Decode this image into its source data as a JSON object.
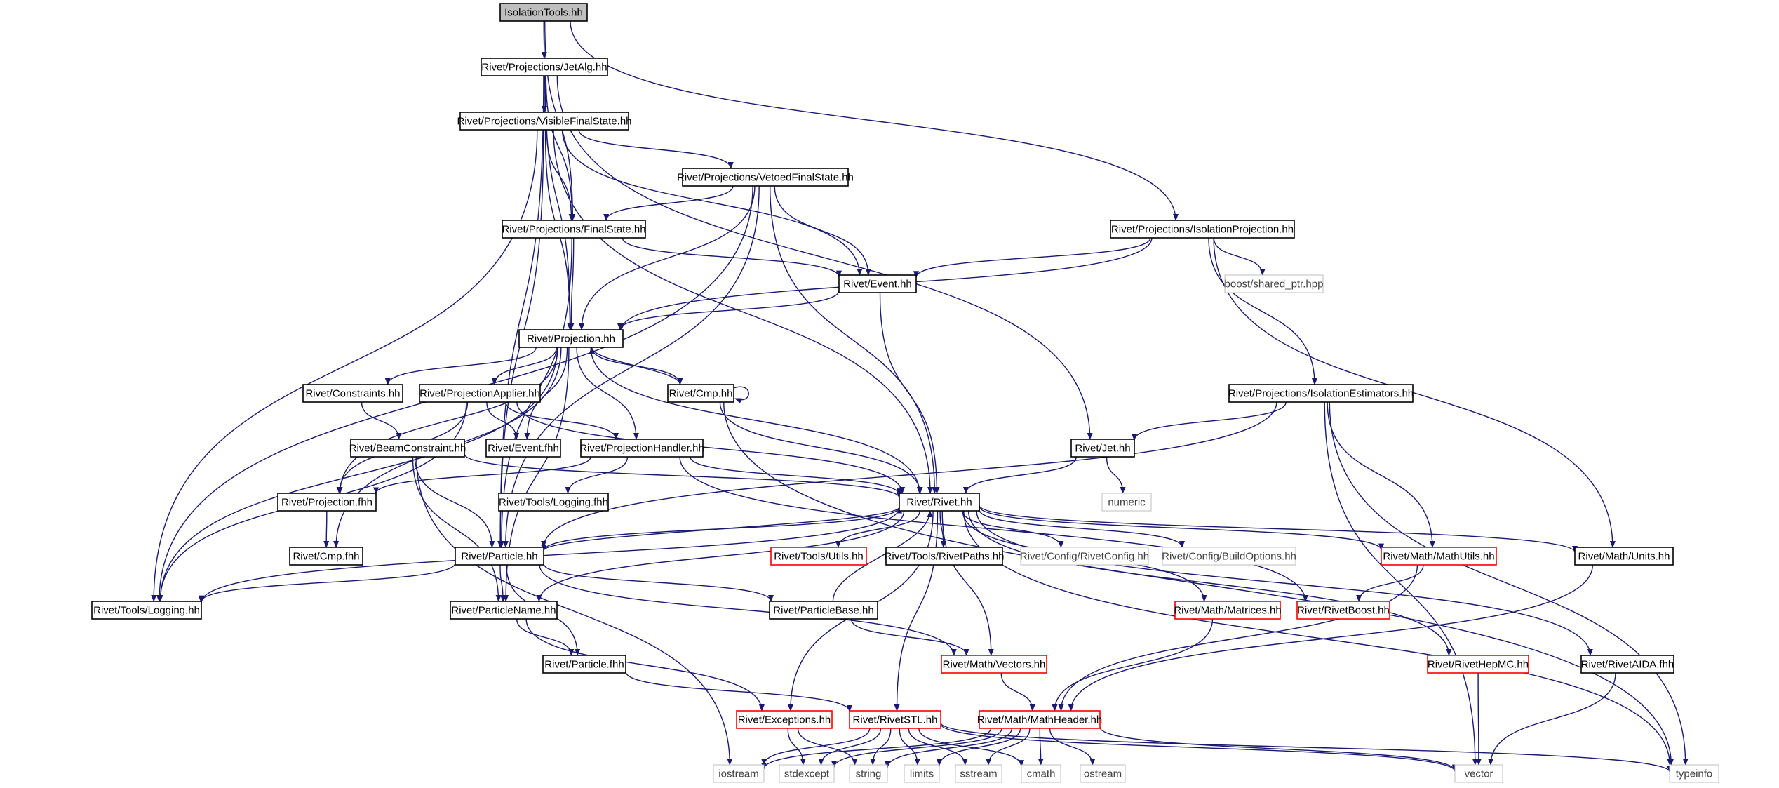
{
  "diagram": {
    "colors": {
      "edge": "#191970",
      "normal_border": "#000000",
      "root_fill": "#bfbfbf",
      "truncated_border": "#ff0000",
      "external_border": "#bfbfbf",
      "external_text": "#404040"
    },
    "nodes": [
      {
        "id": "IsolationTools",
        "label": "IsolationTools.hh",
        "kind": "root"
      },
      {
        "id": "JetAlg",
        "label": "Rivet/Projections/JetAlg.hh",
        "kind": "normal"
      },
      {
        "id": "VisibleFinalState",
        "label": "Rivet/Projections/VisibleFinalState.hh",
        "kind": "normal"
      },
      {
        "id": "VetoedFinalState",
        "label": "Rivet/Projections/VetoedFinalState.hh",
        "kind": "normal"
      },
      {
        "id": "FinalState",
        "label": "Rivet/Projections/FinalState.hh",
        "kind": "normal"
      },
      {
        "id": "IsolationProjection",
        "label": "Rivet/Projections/IsolationProjection.hh",
        "kind": "normal"
      },
      {
        "id": "boost_shared_ptr",
        "label": "boost/shared_ptr.hpp",
        "kind": "external"
      },
      {
        "id": "Event",
        "label": "Rivet/Event.hh",
        "kind": "normal"
      },
      {
        "id": "Projection",
        "label": "Rivet/Projection.hh",
        "kind": "normal"
      },
      {
        "id": "Constraints",
        "label": "Rivet/Constraints.hh",
        "kind": "normal"
      },
      {
        "id": "ProjectionApplier",
        "label": "Rivet/ProjectionApplier.hh",
        "kind": "normal"
      },
      {
        "id": "Cmp",
        "label": "Rivet/Cmp.hh",
        "kind": "normal"
      },
      {
        "id": "IsolationEstimators",
        "label": "Rivet/Projections/IsolationEstimators.hh",
        "kind": "normal"
      },
      {
        "id": "BeamConstraint",
        "label": "Rivet/BeamConstraint.hh",
        "kind": "normal"
      },
      {
        "id": "Event_fhh",
        "label": "Rivet/Event.fhh",
        "kind": "normal"
      },
      {
        "id": "ProjectionHandler",
        "label": "Rivet/ProjectionHandler.hh",
        "kind": "normal"
      },
      {
        "id": "Jet",
        "label": "Rivet/Jet.hh",
        "kind": "normal"
      },
      {
        "id": "numeric",
        "label": "numeric",
        "kind": "external"
      },
      {
        "id": "Projection_fhh",
        "label": "Rivet/Projection.fhh",
        "kind": "normal"
      },
      {
        "id": "Logging_fhh",
        "label": "Rivet/Tools/Logging.fhh",
        "kind": "normal"
      },
      {
        "id": "Rivet",
        "label": "Rivet/Rivet.hh",
        "kind": "normal"
      },
      {
        "id": "Cmp_fhh",
        "label": "Rivet/Cmp.fhh",
        "kind": "normal"
      },
      {
        "id": "Particle",
        "label": "Rivet/Particle.hh",
        "kind": "normal"
      },
      {
        "id": "Utils",
        "label": "Rivet/Tools/Utils.hh",
        "kind": "truncated"
      },
      {
        "id": "RivetPaths",
        "label": "Rivet/Tools/RivetPaths.hh",
        "kind": "normal"
      },
      {
        "id": "RivetConfig",
        "label": "Rivet/Config/RivetConfig.hh",
        "kind": "external"
      },
      {
        "id": "BuildOptions",
        "label": "Rivet/Config/BuildOptions.hh",
        "kind": "external"
      },
      {
        "id": "MathUtils",
        "label": "Rivet/Math/MathUtils.hh",
        "kind": "truncated"
      },
      {
        "id": "Units",
        "label": "Rivet/Math/Units.hh",
        "kind": "normal"
      },
      {
        "id": "Logging",
        "label": "Rivet/Tools/Logging.hh",
        "kind": "normal"
      },
      {
        "id": "ParticleName",
        "label": "Rivet/ParticleName.hh",
        "kind": "normal"
      },
      {
        "id": "ParticleBase",
        "label": "Rivet/ParticleBase.hh",
        "kind": "normal"
      },
      {
        "id": "Matrices",
        "label": "Rivet/Math/Matrices.hh",
        "kind": "truncated"
      },
      {
        "id": "RivetBoost",
        "label": "Rivet/RivetBoost.hh",
        "kind": "truncated"
      },
      {
        "id": "Particle_fhh",
        "label": "Rivet/Particle.fhh",
        "kind": "normal"
      },
      {
        "id": "Vectors",
        "label": "Rivet/Math/Vectors.hh",
        "kind": "truncated"
      },
      {
        "id": "RivetHepMC",
        "label": "Rivet/RivetHepMC.hh",
        "kind": "truncated"
      },
      {
        "id": "RivetAIDA",
        "label": "Rivet/RivetAIDA.fhh",
        "kind": "normal"
      },
      {
        "id": "Exceptions",
        "label": "Rivet/Exceptions.hh",
        "kind": "truncated"
      },
      {
        "id": "RivetSTL",
        "label": "Rivet/RivetSTL.hh",
        "kind": "truncated"
      },
      {
        "id": "MathHeader",
        "label": "Rivet/Math/MathHeader.hh",
        "kind": "truncated"
      },
      {
        "id": "iostream",
        "label": "iostream",
        "kind": "external"
      },
      {
        "id": "stdexcept",
        "label": "stdexcept",
        "kind": "external"
      },
      {
        "id": "string",
        "label": "string",
        "kind": "external"
      },
      {
        "id": "limits",
        "label": "limits",
        "kind": "external"
      },
      {
        "id": "sstream",
        "label": "sstream",
        "kind": "external"
      },
      {
        "id": "cmath",
        "label": "cmath",
        "kind": "external"
      },
      {
        "id": "ostream",
        "label": "ostream",
        "kind": "external"
      },
      {
        "id": "vector",
        "label": "vector",
        "kind": "external"
      },
      {
        "id": "typeinfo",
        "label": "typeinfo",
        "kind": "external"
      }
    ],
    "edges": [
      [
        "IsolationTools",
        "JetAlg"
      ],
      [
        "IsolationTools",
        "FinalState"
      ],
      [
        "IsolationTools",
        "IsolationProjection"
      ],
      [
        "JetAlg",
        "VisibleFinalState"
      ],
      [
        "JetAlg",
        "FinalState"
      ],
      [
        "JetAlg",
        "Projection"
      ],
      [
        "JetAlg",
        "Particle"
      ],
      [
        "JetAlg",
        "Jet"
      ],
      [
        "VisibleFinalState",
        "FinalState"
      ],
      [
        "VisibleFinalState",
        "VetoedFinalState"
      ],
      [
        "VisibleFinalState",
        "Event"
      ],
      [
        "VisibleFinalState",
        "Projection"
      ],
      [
        "VisibleFinalState",
        "Rivet"
      ],
      [
        "VisibleFinalState",
        "Logging"
      ],
      [
        "VisibleFinalState",
        "Particle"
      ],
      [
        "VetoedFinalState",
        "FinalState"
      ],
      [
        "VetoedFinalState",
        "Event"
      ],
      [
        "VetoedFinalState",
        "Projection"
      ],
      [
        "VetoedFinalState",
        "Rivet"
      ],
      [
        "VetoedFinalState",
        "Logging"
      ],
      [
        "VetoedFinalState",
        "Particle"
      ],
      [
        "FinalState",
        "Projection"
      ],
      [
        "FinalState",
        "Event"
      ],
      [
        "FinalState",
        "Particle"
      ],
      [
        "IsolationProjection",
        "Event"
      ],
      [
        "IsolationProjection",
        "Projection"
      ],
      [
        "IsolationProjection",
        "boost_shared_ptr"
      ],
      [
        "IsolationProjection",
        "IsolationEstimators"
      ],
      [
        "IsolationProjection",
        "Units"
      ],
      [
        "Event",
        "Projection"
      ],
      [
        "Event",
        "Rivet"
      ],
      [
        "Projection",
        "Constraints"
      ],
      [
        "Projection",
        "ProjectionApplier"
      ],
      [
        "Projection",
        "Cmp"
      ],
      [
        "Projection",
        "Event_fhh"
      ],
      [
        "Projection",
        "ProjectionHandler"
      ],
      [
        "Projection",
        "Projection_fhh"
      ],
      [
        "Projection",
        "Rivet"
      ],
      [
        "Projection",
        "Cmp_fhh"
      ],
      [
        "Projection",
        "Logging"
      ],
      [
        "Projection",
        "ParticleName"
      ],
      [
        "Constraints",
        "BeamConstraint"
      ],
      [
        "ProjectionApplier",
        "Event_fhh"
      ],
      [
        "ProjectionApplier",
        "ProjectionHandler"
      ],
      [
        "ProjectionApplier",
        "Projection_fhh"
      ],
      [
        "ProjectionApplier",
        "Rivet"
      ],
      [
        "ProjectionApplier",
        "Logging"
      ],
      [
        "Cmp",
        "Projection"
      ],
      [
        "Cmp",
        "Cmp"
      ],
      [
        "Cmp",
        "Rivet"
      ],
      [
        "Cmp",
        "typeinfo"
      ],
      [
        "IsolationEstimators",
        "Jet"
      ],
      [
        "IsolationEstimators",
        "Particle"
      ],
      [
        "IsolationEstimators",
        "MathUtils"
      ],
      [
        "IsolationEstimators",
        "vector"
      ],
      [
        "IsolationEstimators",
        "typeinfo"
      ],
      [
        "BeamConstraint",
        "Rivet"
      ],
      [
        "BeamConstraint",
        "Particle"
      ],
      [
        "BeamConstraint",
        "ParticleName"
      ],
      [
        "BeamConstraint",
        "iostream"
      ],
      [
        "ProjectionHandler",
        "Rivet"
      ],
      [
        "ProjectionHandler",
        "Logging_fhh"
      ],
      [
        "ProjectionHandler",
        "Projection_fhh"
      ],
      [
        "ProjectionHandler",
        "RivetBoost"
      ],
      [
        "Jet",
        "Rivet"
      ],
      [
        "Jet",
        "numeric"
      ],
      [
        "Projection_fhh",
        "Cmp_fhh"
      ],
      [
        "Rivet",
        "Particle"
      ],
      [
        "Rivet",
        "Utils"
      ],
      [
        "Rivet",
        "RivetPaths"
      ],
      [
        "Rivet",
        "RivetConfig"
      ],
      [
        "Rivet",
        "BuildOptions"
      ],
      [
        "Rivet",
        "MathUtils"
      ],
      [
        "Rivet",
        "Units"
      ],
      [
        "Rivet",
        "Logging"
      ],
      [
        "Rivet",
        "ParticleName"
      ],
      [
        "Rivet",
        "Exceptions"
      ],
      [
        "Rivet",
        "RivetSTL"
      ],
      [
        "Rivet",
        "Matrices"
      ],
      [
        "Rivet",
        "Vectors"
      ],
      [
        "Rivet",
        "RivetHepMC"
      ],
      [
        "Rivet",
        "RivetAIDA"
      ],
      [
        "Rivet",
        "typeinfo"
      ],
      [
        "Particle",
        "Rivet"
      ],
      [
        "Particle",
        "Logging"
      ],
      [
        "Particle",
        "ParticleName"
      ],
      [
        "Particle",
        "ParticleBase"
      ],
      [
        "Particle",
        "Particle_fhh"
      ],
      [
        "Particle",
        "Vectors"
      ],
      [
        "ParticleBase",
        "Rivet"
      ],
      [
        "ParticleBase",
        "Vectors"
      ],
      [
        "ParticleName",
        "Particle_fhh"
      ],
      [
        "ParticleName",
        "Exceptions"
      ],
      [
        "Particle_fhh",
        "RivetSTL"
      ],
      [
        "MathUtils",
        "RivetBoost"
      ],
      [
        "MathUtils",
        "MathHeader"
      ],
      [
        "Units",
        "MathHeader"
      ],
      [
        "Matrices",
        "MathHeader"
      ],
      [
        "Vectors",
        "MathHeader"
      ],
      [
        "RivetHepMC",
        "vector"
      ],
      [
        "RivetAIDA",
        "vector"
      ],
      [
        "Exceptions",
        "stdexcept"
      ],
      [
        "Exceptions",
        "string"
      ],
      [
        "RivetSTL",
        "iostream"
      ],
      [
        "RivetSTL",
        "stdexcept"
      ],
      [
        "RivetSTL",
        "string"
      ],
      [
        "RivetSTL",
        "limits"
      ],
      [
        "RivetSTL",
        "sstream"
      ],
      [
        "RivetSTL",
        "cmath"
      ],
      [
        "RivetSTL",
        "vector"
      ],
      [
        "RivetSTL",
        "typeinfo"
      ],
      [
        "MathHeader",
        "iostream"
      ],
      [
        "MathHeader",
        "stdexcept"
      ],
      [
        "MathHeader",
        "string"
      ],
      [
        "MathHeader",
        "limits"
      ],
      [
        "MathHeader",
        "sstream"
      ],
      [
        "MathHeader",
        "cmath"
      ],
      [
        "MathHeader",
        "ostream"
      ],
      [
        "MathHeader",
        "vector"
      ]
    ]
  }
}
